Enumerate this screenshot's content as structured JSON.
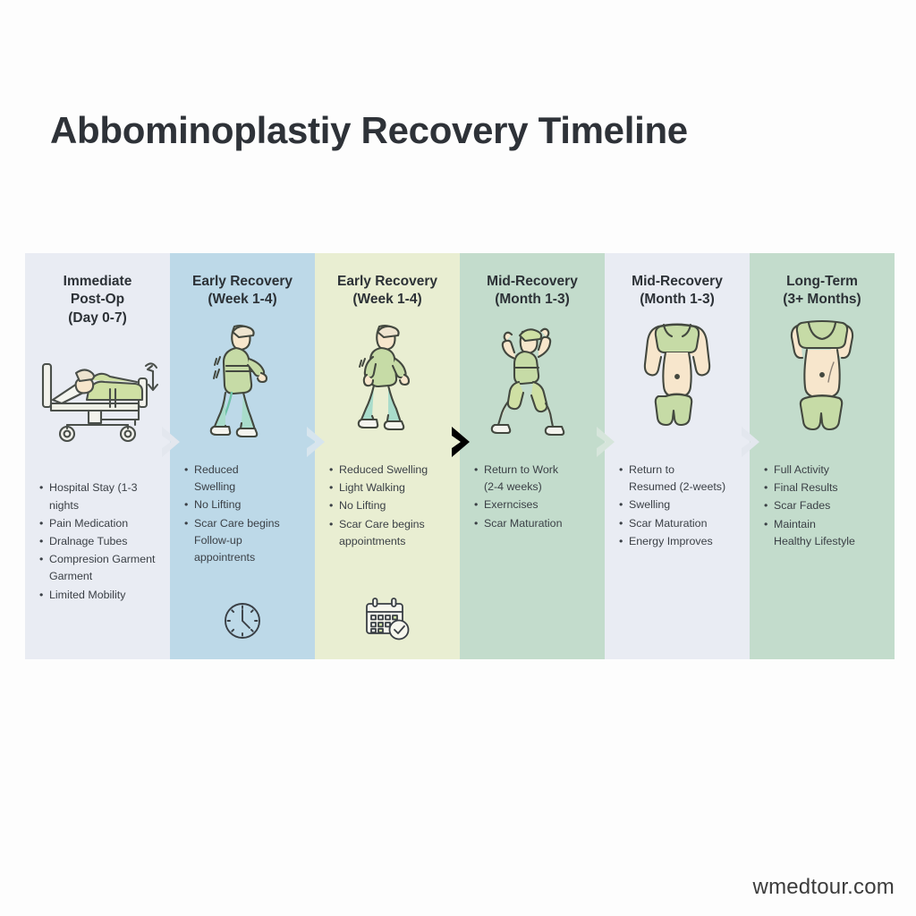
{
  "title": "Abbominoplastiy Recovery Timeline",
  "footer": "wmedtour.com",
  "colors": {
    "title_color": "#2e3238",
    "text_color": "#3b4046",
    "col1_bg": "#e9ecf3",
    "col2_bg": "#bdd9e8",
    "col3_bg": "#e9eed2",
    "col4_bg": "#c3dccc",
    "col5_bg": "#e9ecf3",
    "col6_bg": "#c3dccc",
    "arrow_fill": "#e3e7ee",
    "skin": "#fbe0c4",
    "garment": "#cfe0a4",
    "clothing_green": "#c6dba6",
    "pants_teal": "#a9dccb"
  },
  "columns": [
    {
      "id": "immediate-post-op",
      "heading": "Immediate\nPost-Op\n(Day 0-7)",
      "illustration": "patient-in-hospital-bed-icon",
      "bullets": [
        "Hospital Stay (1-3 nights",
        "Pain Medication",
        "Dralnage Tubes",
        "Compresion Garment\nGarment",
        "Limited Mobility"
      ],
      "footer_icon": null
    },
    {
      "id": "early-recovery-week-1-4-a",
      "heading": "Early Recovery\n(Week 1-4)",
      "illustration": "walking-person-with-compression-garment-icon",
      "bullets": [
        "Reduced\nSwelling",
        "No Lifting",
        "Scar Care begins\nFollow-up\nappointrents"
      ],
      "footer_icon": "clock-icon"
    },
    {
      "id": "early-recovery-week-1-4-b",
      "heading": "Early Recovery\n(Week 1-4)",
      "illustration": "walking-person-icon",
      "bullets": [
        "Reduced Swelling",
        "Light Walking",
        "No Lifting",
        "Scar Care begins\nappointments"
      ],
      "footer_icon": "calendar-check-icon"
    },
    {
      "id": "mid-recovery-month-1-3-a",
      "heading": "Mid-Recovery\n(Month 1-3)",
      "illustration": "person-exercising-stretching-icon",
      "bullets": [
        "Return to Work\n(2-4 weeks)",
        "Exerncises",
        "Scar Maturation"
      ],
      "footer_icon": null
    },
    {
      "id": "mid-recovery-month-1-3-b",
      "heading": "Mid-Recovery\n(Month 1-3)",
      "illustration": "female-torso-healing-icon",
      "bullets": [
        "Return to\nResumed (2-weets)",
        "Swelling",
        "Scar Maturation",
        "Energy Improves"
      ],
      "footer_icon": null
    },
    {
      "id": "long-term-3-plus-months",
      "heading": "Long-Term\n(3+ Months)",
      "illustration": "female-torso-final-result-icon",
      "bullets": [
        "Full Activity",
        "Final Results",
        "Scar Fades",
        "Maintain\nHealthy Lifestyle"
      ],
      "footer_icon": null
    }
  ]
}
